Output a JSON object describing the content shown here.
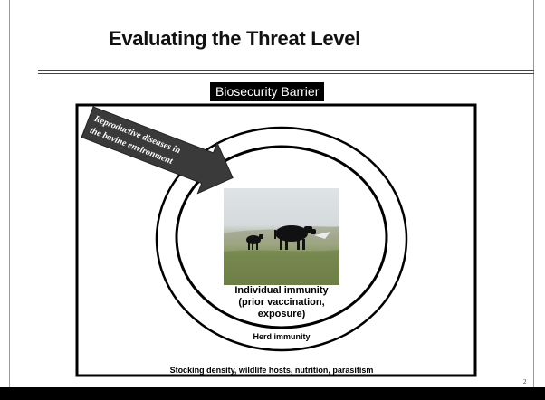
{
  "slide": {
    "title": "Evaluating the Threat Level",
    "page_number": "2"
  },
  "diagram": {
    "barrier_label": "Biosecurity Barrier",
    "arrow_label": "Reproductive diseases in the bovine environment",
    "arrow_lines": [
      "Reproductive diseases in",
      "the bovine environment"
    ],
    "inner_label": "Individual immunity (prior vaccination, exposure)",
    "inner_lines": [
      "Individual immunity",
      "(prior vaccination,",
      "exposure)"
    ],
    "middle_label": "Herd immunity",
    "outer_label": "Stocking density, wildlife hosts, nutrition, parasitism"
  },
  "colors": {
    "arrow_fill": "#3a3a3a",
    "barrier_bg": "#000000",
    "barrier_text": "#ffffff"
  },
  "image": {
    "icon": "cattle-photo-icon"
  }
}
